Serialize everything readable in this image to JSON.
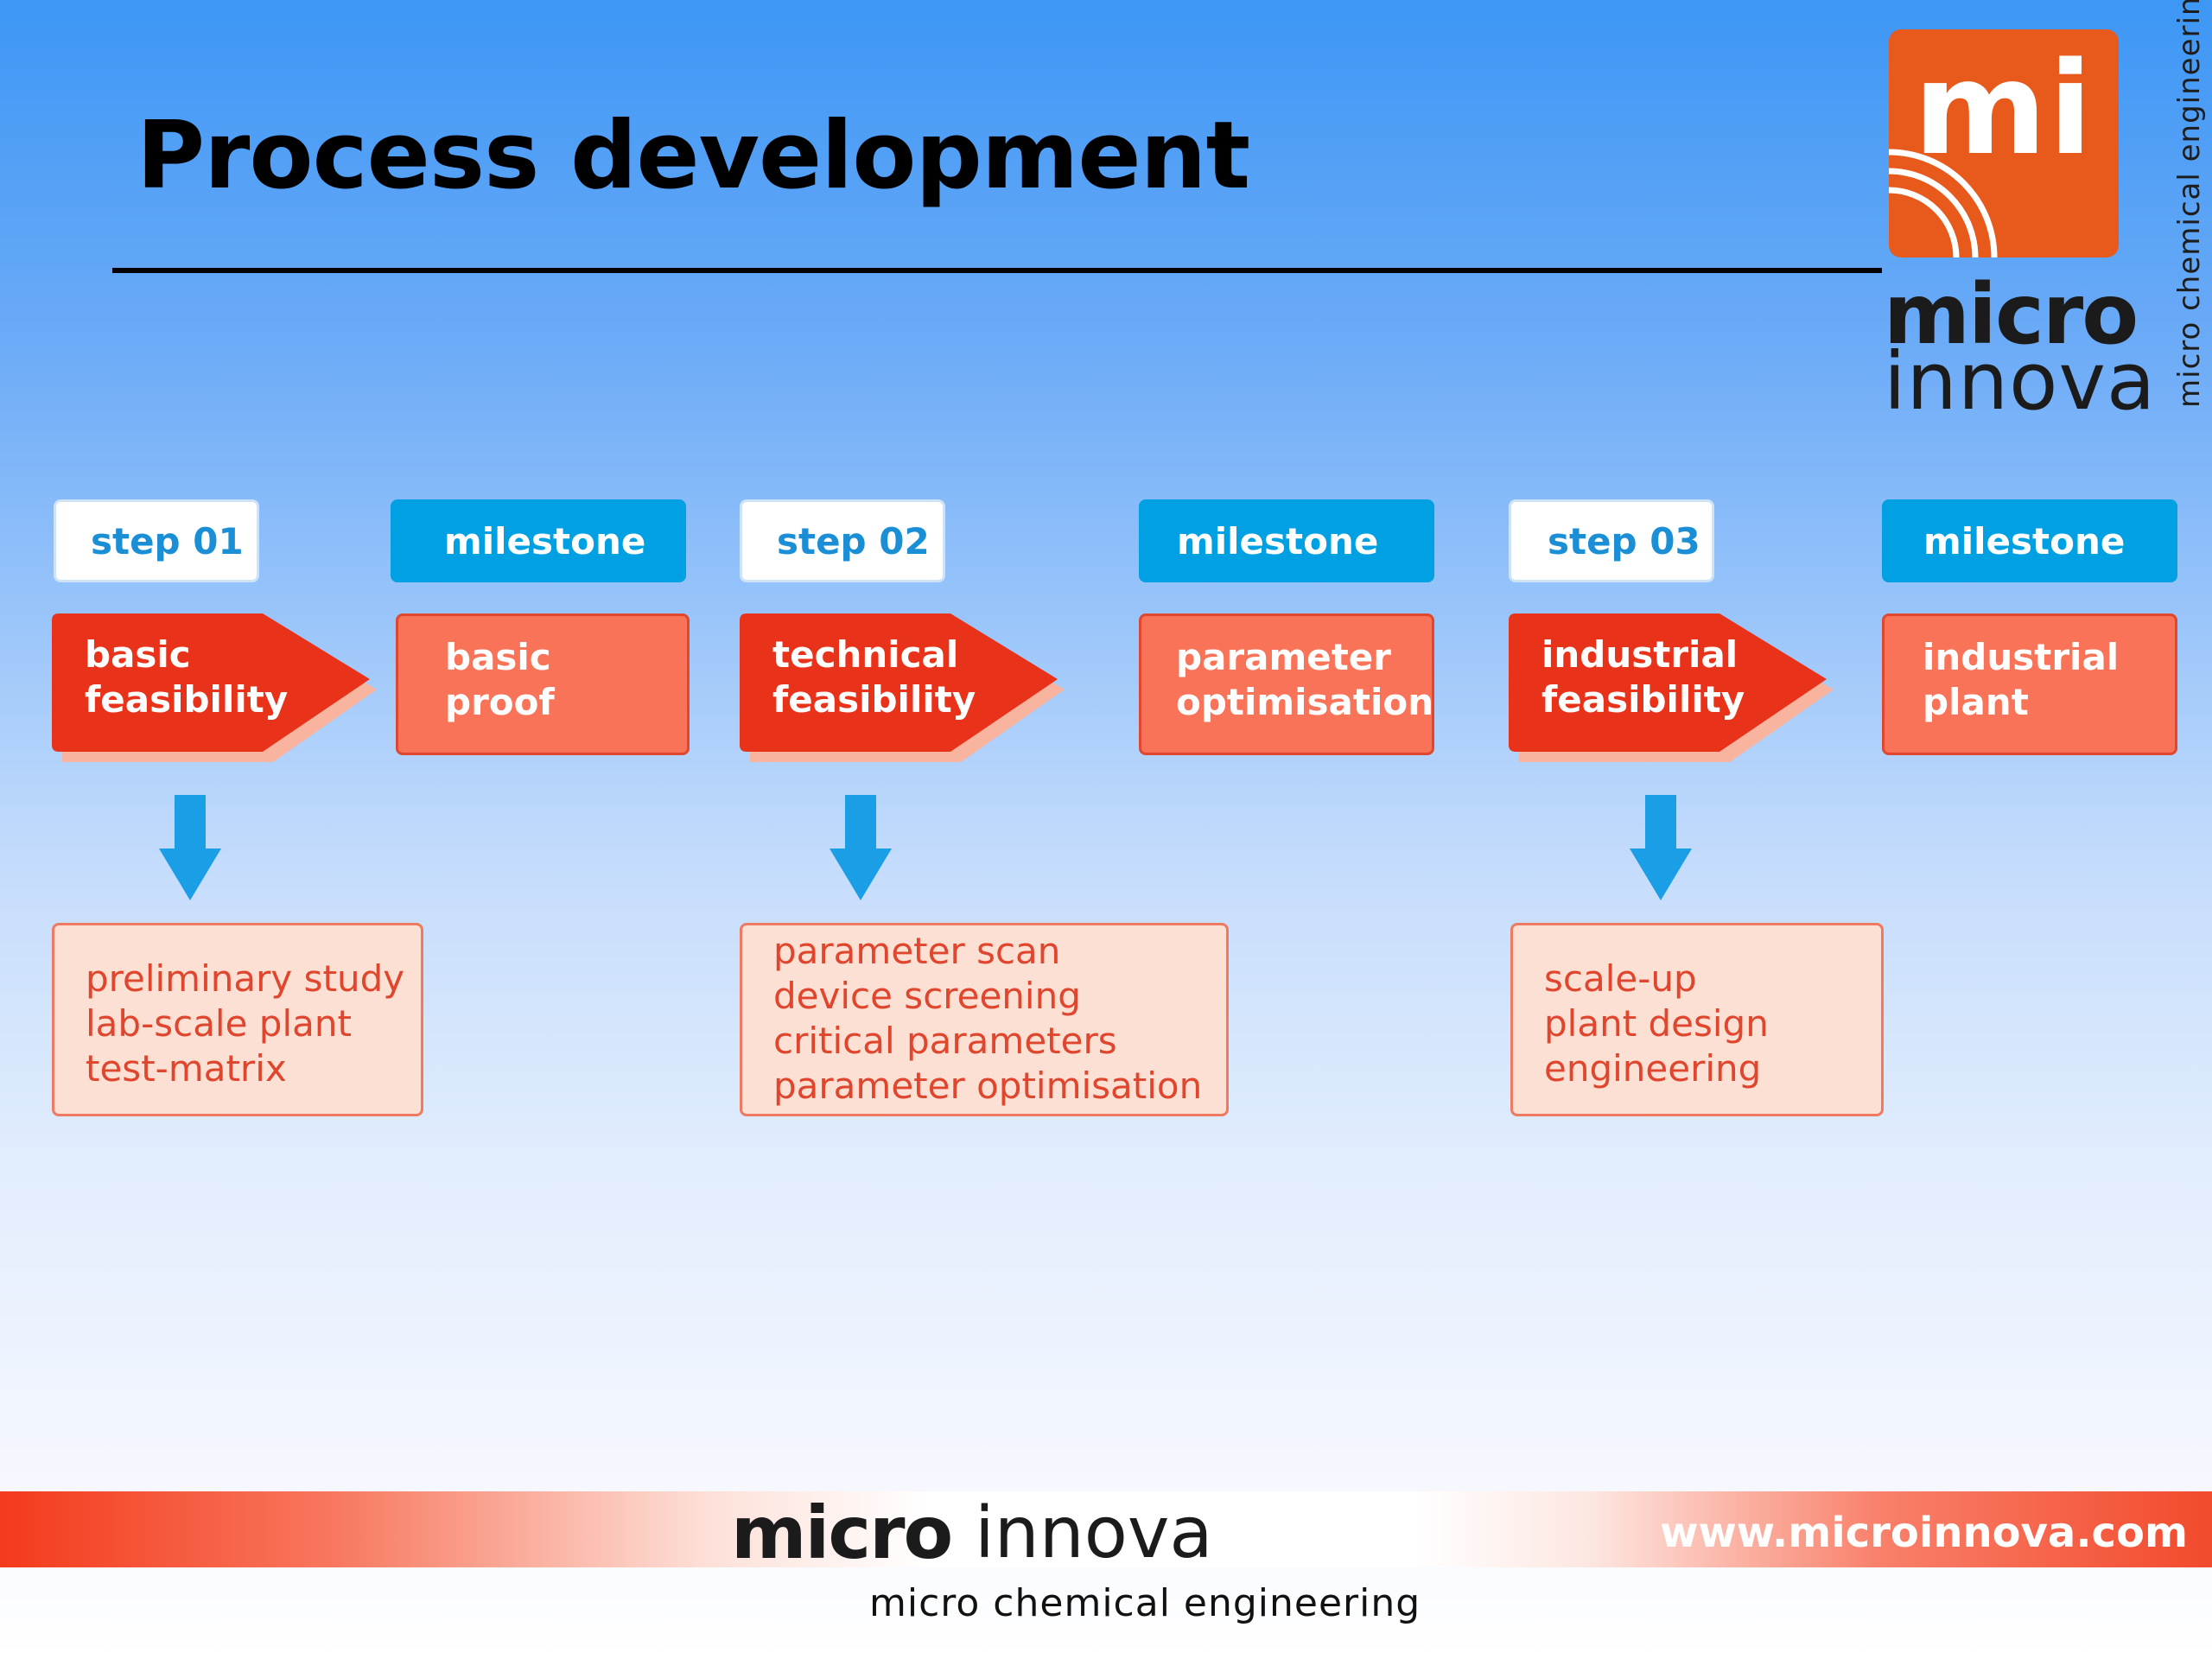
{
  "title": "Process development",
  "logo": {
    "mark": "mi",
    "micro": "micro",
    "innova": "innova",
    "tagline": "micro chemical engineering"
  },
  "labels": [
    "step 01",
    "milestone",
    "step 02",
    "milestone",
    "step 03",
    "milestone"
  ],
  "stages": [
    {
      "text": "basic\nfeasibility"
    },
    {
      "text": "technical\nfeasibility"
    },
    {
      "text": "industrial\nfeasibility"
    }
  ],
  "milestones": [
    {
      "text": "basic\nproof"
    },
    {
      "text": "parameter\noptimisation"
    },
    {
      "text": "industrial\nplant"
    }
  ],
  "details": [
    [
      "preliminary study",
      "lab-scale plant",
      "test-matrix"
    ],
    [
      "parameter scan",
      "device screening",
      "critical parameters",
      "parameter optimisation"
    ],
    [
      "scale-up",
      "plant design",
      "engineering"
    ]
  ],
  "footer": {
    "micro": "micro",
    "innova": "innova",
    "url": "www.microinnova.com",
    "tagline": "micro chemical engineering"
  },
  "colors": {
    "stage_red": "#e8321a",
    "milestone_orange": "#f87357",
    "label_blue": "#00a0e3",
    "detail_fill": "#fde0d4",
    "arrow_blue": "#1a9ee6",
    "logo_orange": "#e85a1c"
  }
}
